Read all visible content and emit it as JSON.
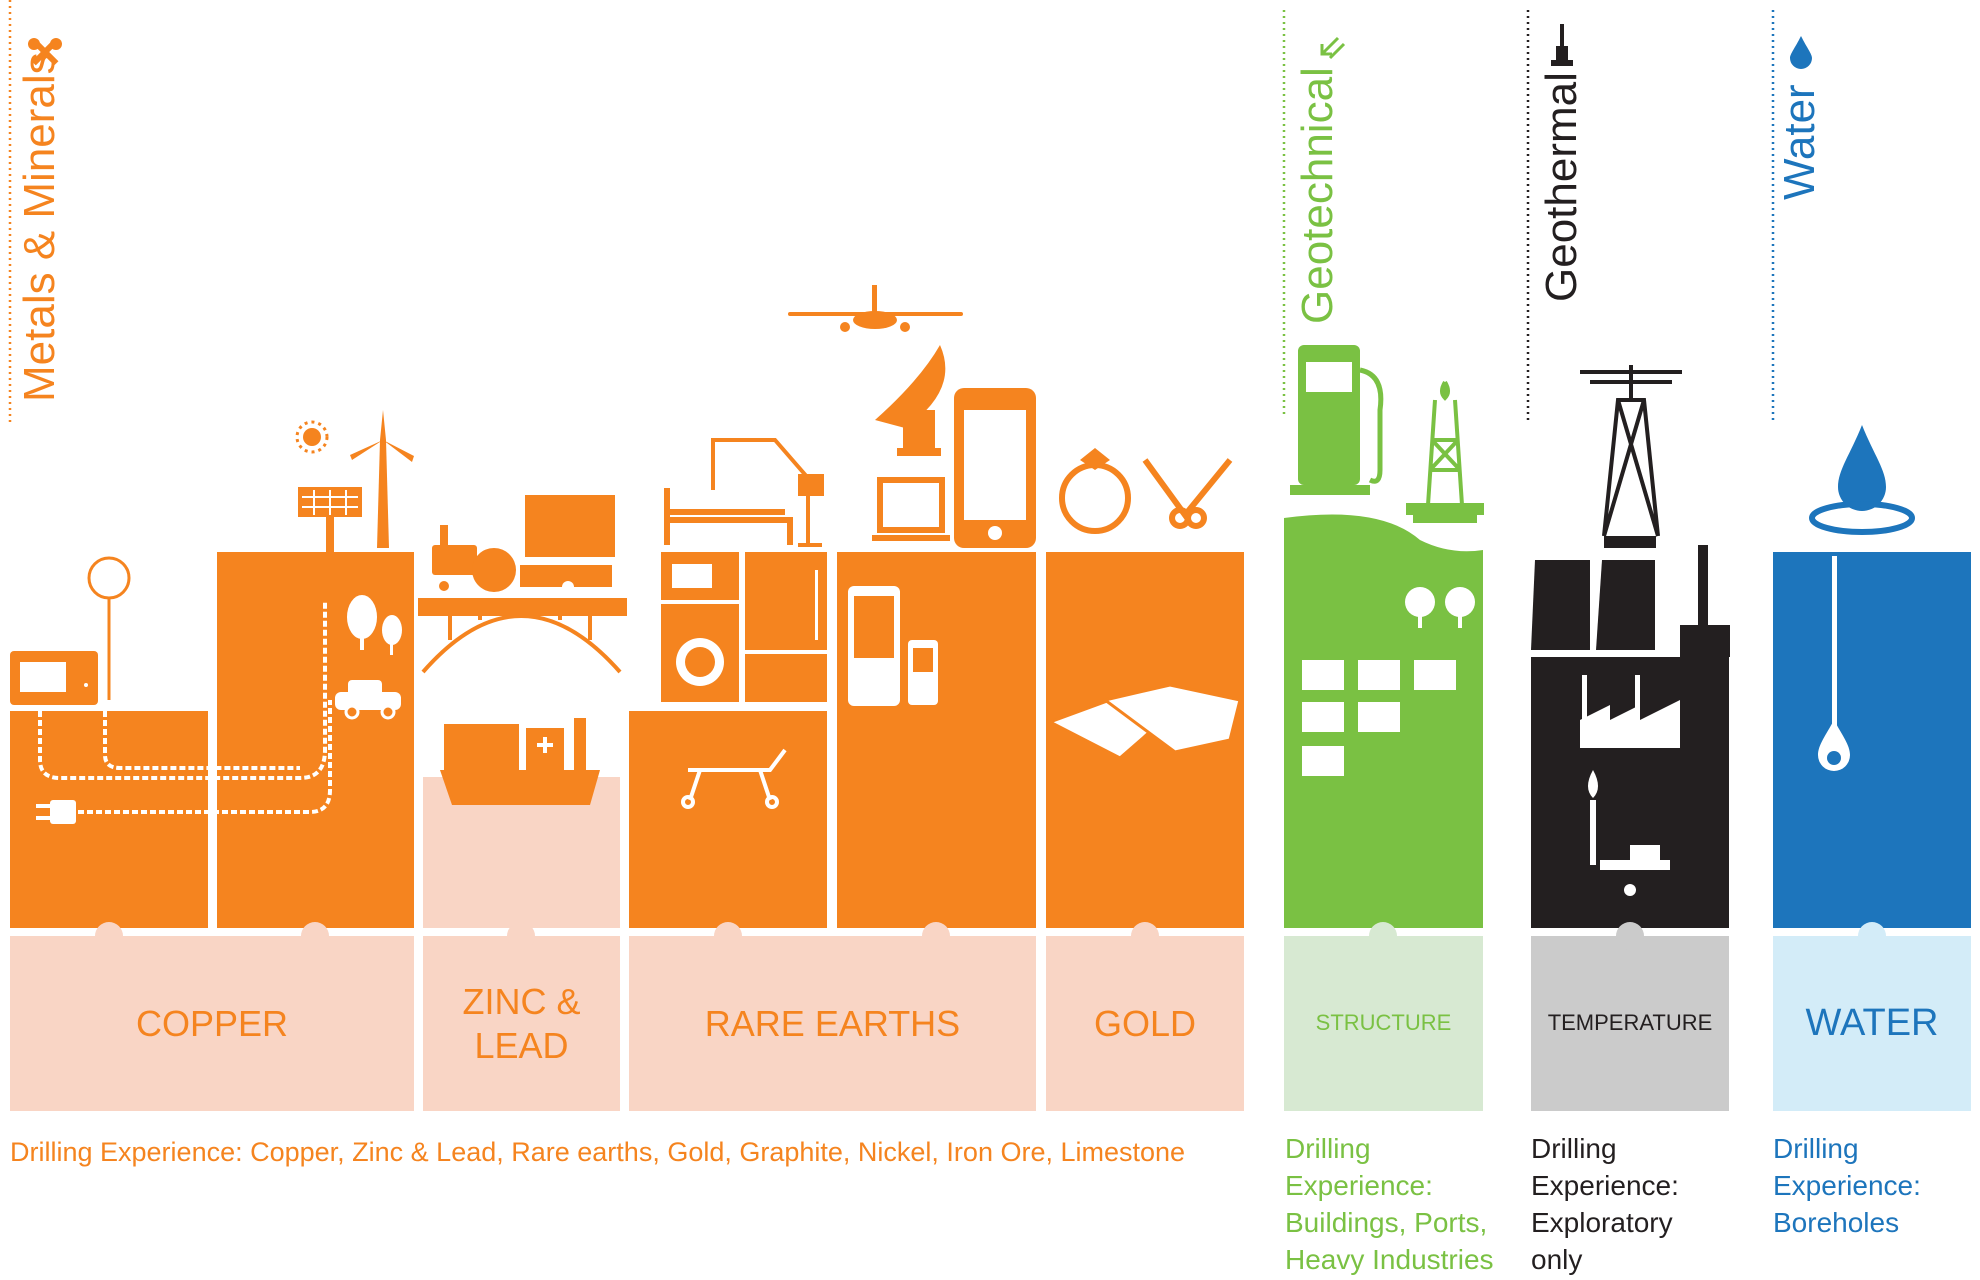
{
  "colors": {
    "orange": "#f5841f",
    "orange_light": "#f9d5c5",
    "green": "#7ac143",
    "green_light": "#d7e9d2",
    "black": "#231f20",
    "gray_light": "#cbcbcb",
    "blue": "#1d75bc",
    "blue_light": "#d3ecf8"
  },
  "categories": [
    {
      "title": "Metals & Minerals",
      "icon": "hammers-icon"
    },
    {
      "title": "Geotechnical",
      "icon": "arrows-inward-icon"
    },
    {
      "title": "Geothermal",
      "icon": "drill-tower-icon"
    },
    {
      "title": "Water",
      "icon": "water-drop-icon"
    }
  ],
  "labels": {
    "copper": "COPPER",
    "zinc_lead_1": "ZINC &",
    "zinc_lead_2": "LEAD",
    "rare_earths": "RARE EARTHS",
    "gold": "GOLD",
    "structure": "STRUCTURE",
    "temperature": "TEMPERATURE",
    "water": "WATER"
  },
  "descriptions": {
    "metals": "Drilling Experience: Copper, Zinc & Lead, Rare earths, Gold, Graphite, Nickel, Iron Ore, Limestone",
    "geotechnical": [
      "Drilling",
      "Experience:",
      "Buildings, Ports,",
      "Heavy Industries"
    ],
    "geothermal": [
      "Drilling",
      "Experience:",
      "Exploratory",
      "only"
    ],
    "water": [
      "Drilling",
      "Experience:",
      "Boreholes"
    ]
  }
}
